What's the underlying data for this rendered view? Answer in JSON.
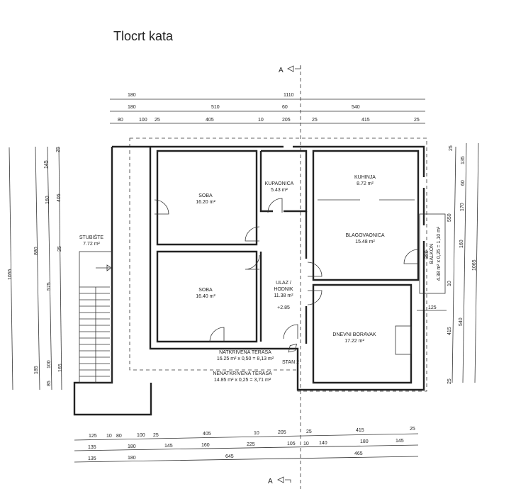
{
  "title": "Tlocrt kata",
  "section_marker": "A",
  "rooms": {
    "soba1": {
      "name": "SOBA",
      "area": "16.20 m²"
    },
    "soba2": {
      "name": "SOBA",
      "area": "16.40 m²"
    },
    "kupaonica": {
      "name": "KUPAONICA",
      "area": "5.43 m²"
    },
    "kuhinja": {
      "name": "KUHINJA",
      "area": "8.72 m²"
    },
    "blagovaonica": {
      "name": "BLAGOVAONICA",
      "area": "15.48 m²"
    },
    "hodnik": {
      "name1": "ULAZ /",
      "name2": "HODNIK",
      "area": "11.38 m²",
      "level": "+2.85"
    },
    "dnevni": {
      "name": "DNEVNI BORAVAK",
      "area": "17.22 m²"
    },
    "stubiste": {
      "name": "STUBIŠTE",
      "area": "7.72 m²"
    },
    "natkrivena": {
      "name": "NATKRIVENA TERASA",
      "area": "16.25 m² x 0,50 = 8,13 m²"
    },
    "nenatkrivena": {
      "name": "NENATKRIVENA TERASA",
      "area": "14.85 m² x 0,25 = 3,71 m²"
    },
    "stan": "STAN 2",
    "balkon": {
      "name": "BALKON",
      "area": "4.38 m² x 0,25 = 1,10 m²"
    }
  },
  "dims_top": {
    "row1": [
      "180",
      "1110"
    ],
    "row2": [
      "180",
      "510",
      "60",
      "540"
    ],
    "row3": [
      "80",
      "100",
      "25",
      "405",
      "10",
      "205",
      "25",
      "415",
      "25"
    ]
  },
  "dims_bottom": {
    "row1": [
      "125",
      "10",
      "80",
      "100",
      "25",
      "405",
      "10",
      "205",
      "25",
      "415",
      "25"
    ],
    "row2": [
      "135",
      "180",
      "145",
      "160",
      "225",
      "105",
      "10",
      "140",
      "180",
      "145"
    ],
    "row3": [
      "135",
      "180",
      "645",
      "465"
    ]
  },
  "dims_left": [
    "1055",
    "880",
    "185",
    "145",
    "160",
    "575",
    "100",
    "85",
    "25",
    "405",
    "25",
    "165"
  ],
  "dims_right": [
    "25",
    "135",
    "60",
    "170",
    "160",
    "540",
    "1065",
    "550",
    "380",
    "10",
    "415",
    "25",
    "125"
  ]
}
